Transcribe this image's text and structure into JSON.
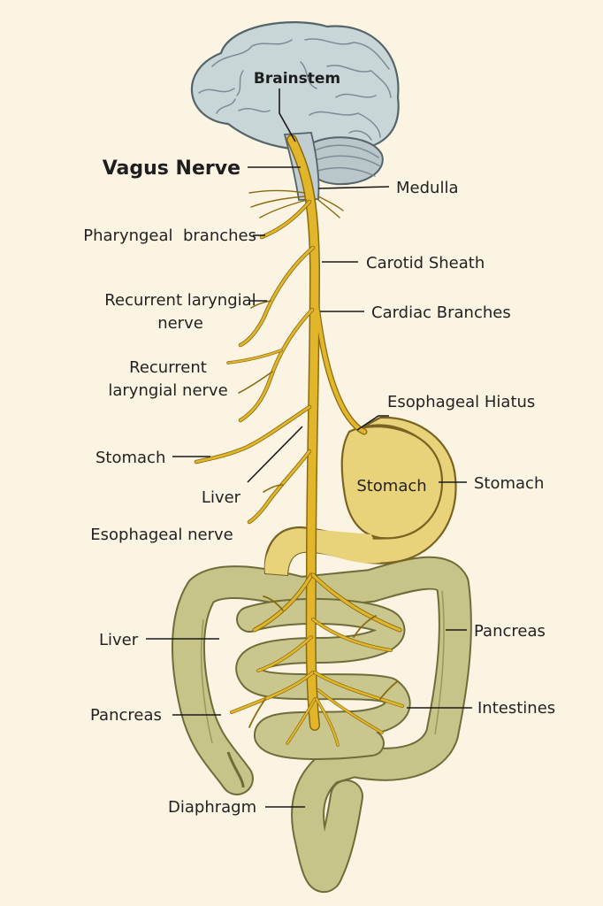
{
  "labels": {
    "brainstem": "Brainstem",
    "vagus_nerve": "Vagus Nerve",
    "medulla": "Medulla",
    "pharyngeal_branches": "Pharyngeal  branches",
    "carotid_sheath": "Carotid Sheath",
    "recurrent_laryngeal_1_line1": "Recurrent laryngial",
    "recurrent_laryngeal_1_line2": "nerve",
    "cardiac_branches": "Cardiac Branches",
    "recurrent_laryngeal_2_line1": "Recurrent",
    "recurrent_laryngeal_2_line2": "laryngial nerve",
    "esophageal_hiatus": "Esophageal Hiatus",
    "stomach_left": "Stomach",
    "stomach_organ": "Stomach",
    "stomach_right": "Stomach",
    "liver_upper": "Liver",
    "esophageal_nerve": "Esophageal nerve",
    "liver_lower": "Liver",
    "pancreas_right": "Pancreas",
    "pancreas_left": "Pancreas",
    "intestines": "Intestines",
    "diaphragm": "Diaphragm"
  },
  "colors": {
    "background": "#fcf4e2",
    "brain": "#c9d6d8",
    "nerve": "#e2b62a",
    "stomach": "#e8d27a",
    "intestine": "#c6c488"
  }
}
